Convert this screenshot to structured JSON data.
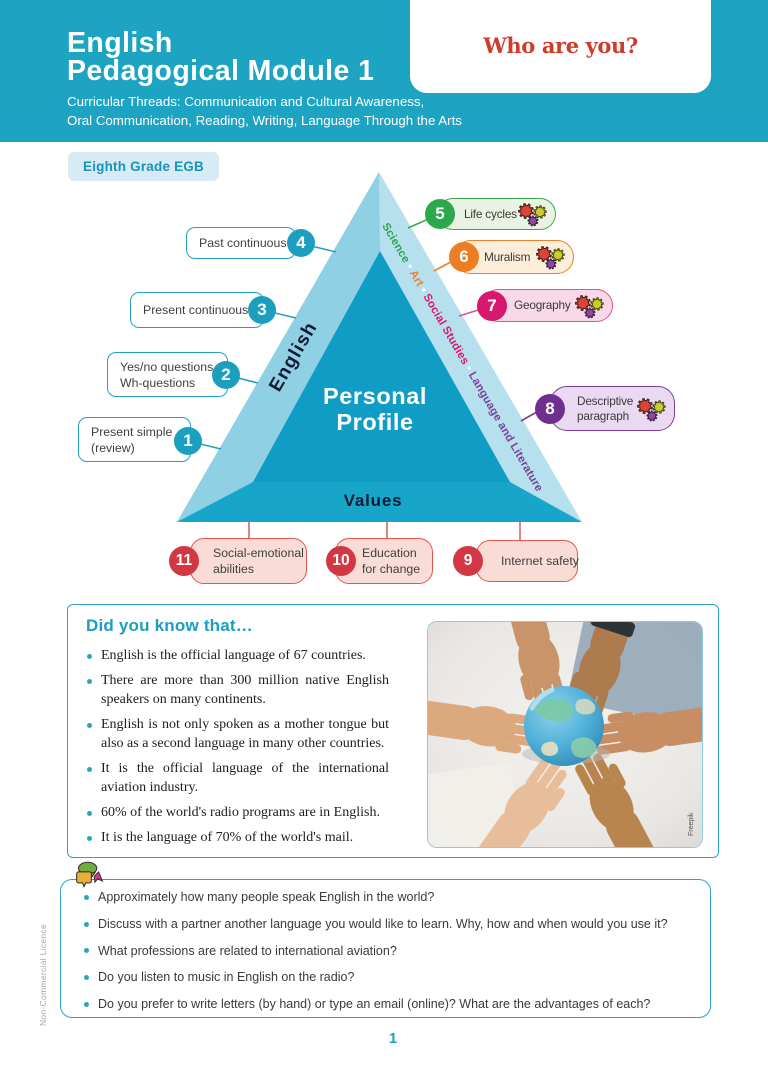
{
  "header": {
    "title_line1": "English",
    "title_line2": "Pedagogical Module 1",
    "subtitle_line1": "Curricular Threads: Communication and Cultural Awareness,",
    "subtitle_line2": "Oral Communication, Reading, Writing, Language Through the Arts",
    "question_card": "Who are you?",
    "grade_badge": "Eighth Grade EGB"
  },
  "pyramid": {
    "left_edge_label": "English",
    "center_label_line1": "Personal",
    "center_label_line2": "Profile",
    "bottom_label": "Values",
    "subjects": [
      {
        "label": "Science",
        "color": "#2FA44B"
      },
      {
        "label": "Art",
        "color": "#E8802D"
      },
      {
        "label": "Social Studies",
        "color": "#D6186E"
      },
      {
        "label": "Language and Literature",
        "color": "#7B3F98"
      }
    ],
    "left_callouts": [
      {
        "number": "4",
        "line1": "Past continuous",
        "line2": ""
      },
      {
        "number": "3",
        "line1": "Present continuous",
        "line2": ""
      },
      {
        "number": "2",
        "line1": "Yes/no questions",
        "line2": "Wh-questions"
      },
      {
        "number": "1",
        "line1": "Present simple",
        "line2": "(review)"
      }
    ],
    "right_callouts": [
      {
        "number": "5",
        "line1": "Life cycles",
        "line2": "",
        "accent": "#3BAA4E",
        "fill": "#E9F3E3"
      },
      {
        "number": "6",
        "line1": "Muralism",
        "line2": "",
        "accent": "#E8802D",
        "fill": "#FDEEDC"
      },
      {
        "number": "7",
        "line1": "Geography",
        "line2": "",
        "accent": "#D6186E",
        "fill": "#F9D9E9"
      },
      {
        "number": "8",
        "line1": "Descriptive",
        "line2": "paragraph",
        "accent": "#7B3F98",
        "fill": "#EADAF1"
      }
    ],
    "bottom_callouts": [
      {
        "number": "11",
        "line1": "Social-emotional",
        "line2": "abilities"
      },
      {
        "number": "10",
        "line1": "Education",
        "line2": "for change"
      },
      {
        "number": "9",
        "line1": "Internet safety",
        "line2": ""
      }
    ],
    "colors": {
      "face_right": "#B7E0EF",
      "face_left": "#8FD0E4",
      "face_front": "#0F9DC5",
      "face_bottom": "#17A6CA"
    }
  },
  "did_you_know": {
    "title": "Did you know that…",
    "facts": [
      "English is the official language of 67 countries.",
      "There are more than 300 million native English speakers on many continents.",
      "English is not only spoken as a mother tongue but also as a second language in many other countries.",
      "It is the official language of the international aviation industry.",
      "60% of the world's radio programs are in English.",
      "It is the language of 70% of the world's mail."
    ],
    "photo_credit": "Freepik"
  },
  "questions": [
    "Approximately how many people speak English in the world?",
    "Discuss with a partner another language you would like to learn. Why, how and when would you use it?",
    "What professions are related to international aviation?",
    "Do you listen to music in English on the radio?",
    "Do you prefer to write letters (by hand) or type an email (online)? What are the advantages of each?"
  ],
  "footer": {
    "page_number": "1",
    "licence": "Non-Commercial Licence"
  }
}
